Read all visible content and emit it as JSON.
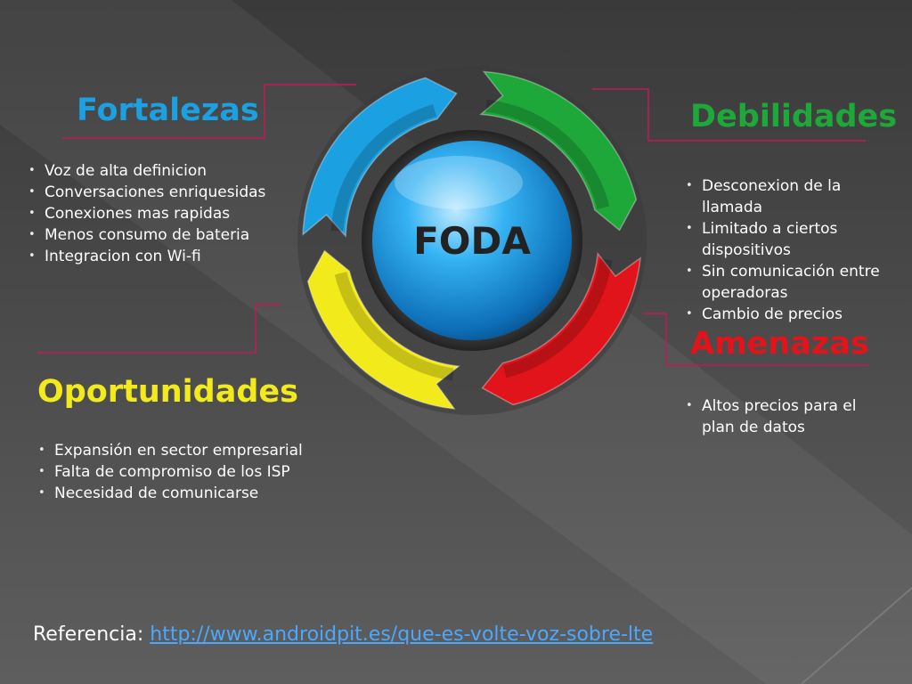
{
  "center_label": "FODA",
  "colors": {
    "fortalezas": "#1ba1e2",
    "debilidades": "#1fa83a",
    "amenazas": "#e0141a",
    "oportunidades": "#f2ea1a",
    "connector": "#c2185b"
  },
  "fortalezas": {
    "title": "Fortalezas",
    "items": [
      "Voz de alta definicion",
      "Conversaciones enriquesidas",
      "Conexiones mas rapidas",
      "Menos consumo de bateria",
      "Integracion con Wi-fi"
    ]
  },
  "debilidades": {
    "title": "Debilidades",
    "items": [
      "Desconexion de la llamada",
      "Limitado a ciertos dispositivos",
      "Sin comunicación entre operadoras",
      "Cambio de precios"
    ]
  },
  "amenazas": {
    "title": "Amenazas",
    "items": [
      "Altos precios para el plan de datos"
    ]
  },
  "oportunidades": {
    "title": "Oportunidades",
    "items": [
      "Expansión en sector empresarial",
      "Falta de compromiso de los ISP",
      "Necesidad de comunicarse"
    ]
  },
  "reference": {
    "label": "Referencia:",
    "link": "http://www.androidpit.es/que-es-volte-voz-sobre-lte"
  }
}
